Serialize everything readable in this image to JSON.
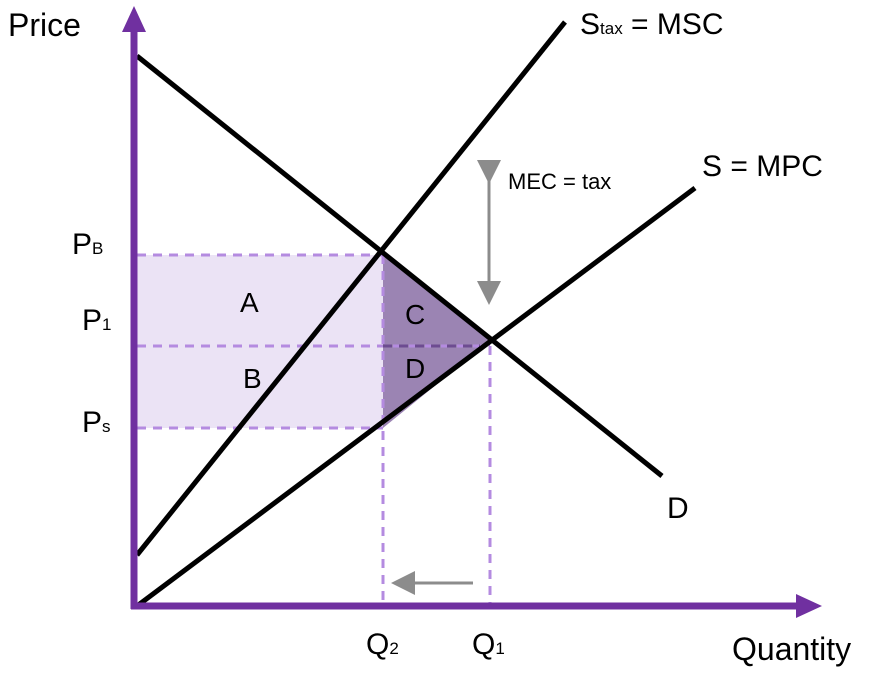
{
  "axes": {
    "y_label": "Price",
    "x_label": "Quantity"
  },
  "price_labels": {
    "pb": {
      "main": "P",
      "sub": "B"
    },
    "p1": {
      "main": "P",
      "sub": "1"
    },
    "ps": {
      "main": "P",
      "sub": "s"
    }
  },
  "quantity_labels": {
    "q2": {
      "main": "Q",
      "sub": "2"
    },
    "q1": {
      "main": "Q",
      "sub": "1"
    }
  },
  "curves": {
    "s_tax": {
      "main": "S",
      "sub": "tax",
      "rest": " = MSC"
    },
    "s": "S = MPC",
    "d": "D"
  },
  "annotation": "MEC = tax",
  "regions": [
    "A",
    "B",
    "C",
    "D"
  ],
  "colors": {
    "axis": "#7030a0",
    "dashed": "#b48be0",
    "light_fill": "#ebe3f5",
    "dark_fill": "#9b84b3",
    "arrow": "#8c8c8c",
    "curve": "#000000"
  }
}
